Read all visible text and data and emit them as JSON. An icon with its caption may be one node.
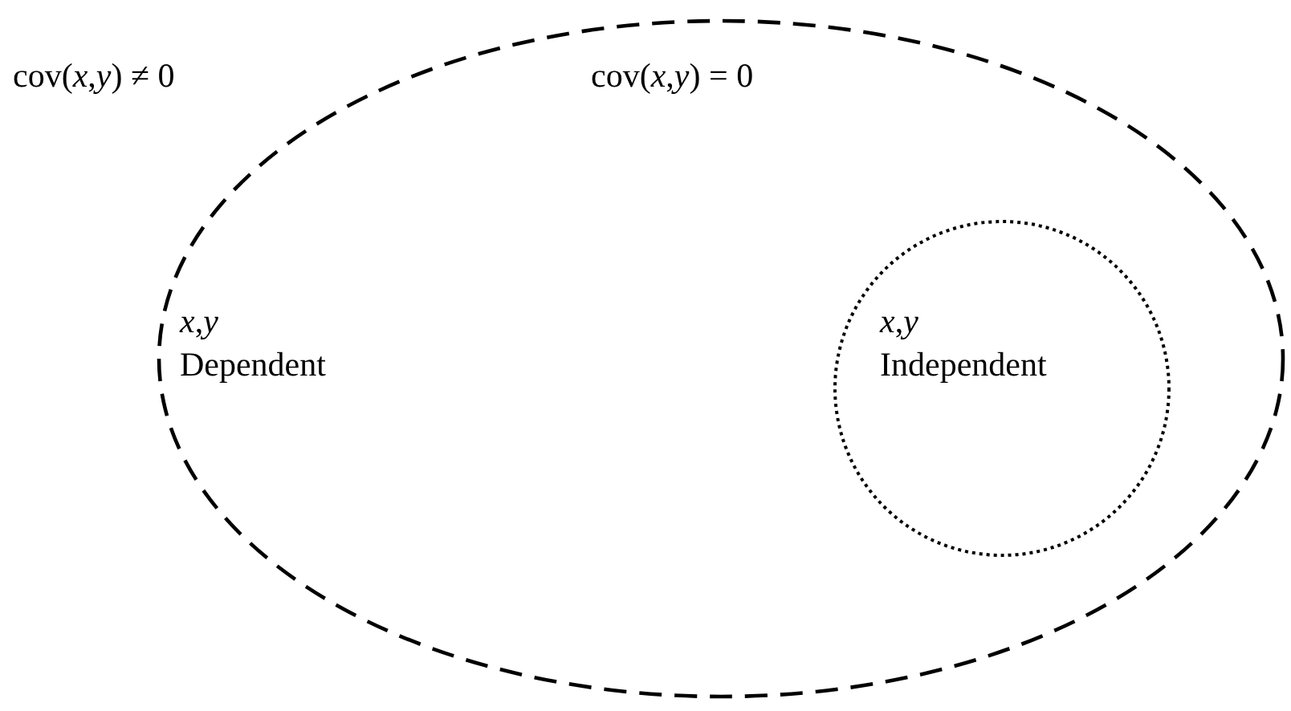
{
  "diagram": {
    "nodes": [
      {
        "text": [
          "cov(*x*,*y*) = 0"
        ]
      },
      {
        "text": [
          "*x*,*y*",
          "Independent"
        ],
        "in": 0
      }
    ],
    "labels": [
      "cov(*x*,*y*) ≠ 0",
      "*x*,*y*",
      "Dependent"
    ]
  }
}
